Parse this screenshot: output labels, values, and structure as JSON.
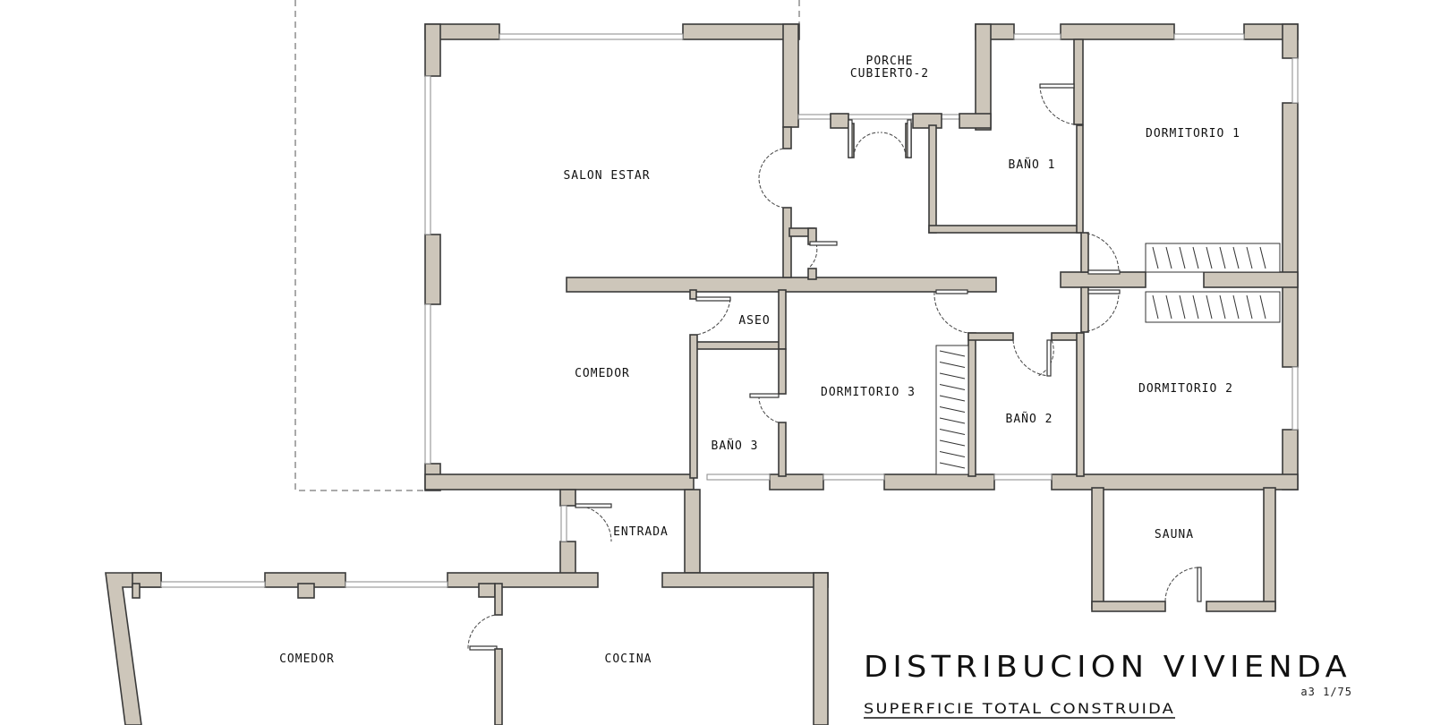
{
  "drawing": {
    "title": "DISTRIBUCION VIVIENDA",
    "scale": "a3 1/75",
    "surface_heading": "SUPERFICIE TOTAL CONSTRUIDA"
  },
  "rooms": {
    "porche": [
      "PORCHE",
      "CUBIERTO-2"
    ],
    "salon": "SALON ESTAR",
    "bano1": "BAÑO 1",
    "dormitorio1": "DORMITORIO 1",
    "aseo": "ASEO",
    "comedor": "COMEDOR",
    "dormitorio3": "DORMITORIO 3",
    "bano2": "BAÑO 2",
    "dormitorio2": "DORMITORIO 2",
    "bano3": "BAÑO 3",
    "entrada": "ENTRADA",
    "sauna": "SAUNA",
    "comedor_lower": "COMEDOR",
    "cocina": "COCINA"
  },
  "colors": {
    "wall_fill": "#cdc6ba",
    "line": "#3a3a3a"
  }
}
